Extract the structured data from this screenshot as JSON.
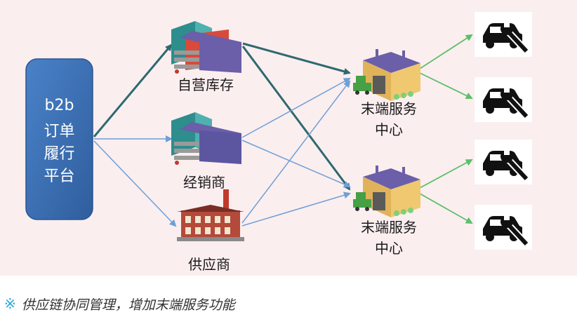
{
  "platform": {
    "lines": [
      "b2b",
      "订单",
      "履行",
      "平台"
    ]
  },
  "sources": [
    {
      "label": "自营库存",
      "icon": "warehouse-icon"
    },
    {
      "label": "经销商",
      "icon": "warehouse-icon"
    },
    {
      "label": "供应商",
      "icon": "factory-icon"
    }
  ],
  "centers": [
    {
      "lines": [
        "末端服务",
        "中心"
      ],
      "icon": "service-center-icon"
    },
    {
      "lines": [
        "末端服务",
        "中心"
      ],
      "icon": "service-center-icon"
    }
  ],
  "endpoints": [
    {
      "icon": "car-repair-icon"
    },
    {
      "icon": "car-repair-icon"
    },
    {
      "icon": "car-repair-icon"
    },
    {
      "icon": "car-repair-icon"
    }
  ],
  "caption": {
    "icon": "※",
    "text": "供应链协同管理，增加末端服务功能"
  },
  "colors": {
    "platform": "#3b6fb6",
    "dark_arrow": "#2d6a6f",
    "light_arrow": "#6d9fd8",
    "green_arrow": "#5cbf6a"
  }
}
